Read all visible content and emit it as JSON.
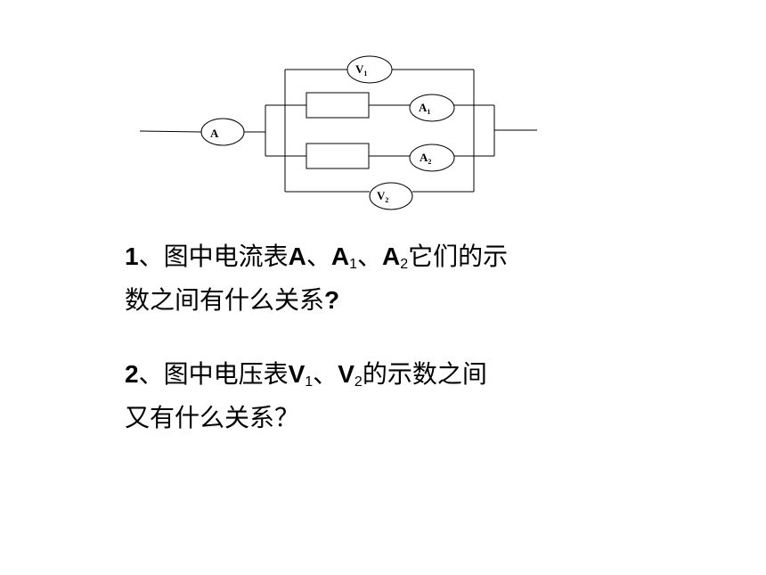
{
  "circuit": {
    "meters": {
      "main_ammeter": {
        "letter": "A",
        "sub": ""
      },
      "ammeter_1": {
        "letter": "A",
        "sub": "1"
      },
      "ammeter_2": {
        "letter": "A",
        "sub": "2"
      },
      "voltmeter_1": {
        "letter": "V",
        "sub": "1"
      },
      "voltmeter_2": {
        "letter": "V",
        "sub": "2"
      }
    }
  },
  "questions": {
    "q1": {
      "num": "1",
      "sep": "、",
      "t1": "图中电流表",
      "a": "A",
      "sep2": "、",
      "a1": "A",
      "a1_sub": "1",
      "sep3": "、",
      "a2": "A",
      "a2_sub": "2",
      "t2": "它们的示",
      "line2": "数之间有什么关系",
      "q_mark": "?"
    },
    "q2": {
      "num": "2",
      "sep": "、",
      "t1": "图中电压表",
      "v1": "V",
      "v1_sub": "1",
      "sep2": "、",
      "v2": "V",
      "v2_sub": "2",
      "t2": "的示数之间",
      "line2": "又有什么关系？"
    }
  }
}
